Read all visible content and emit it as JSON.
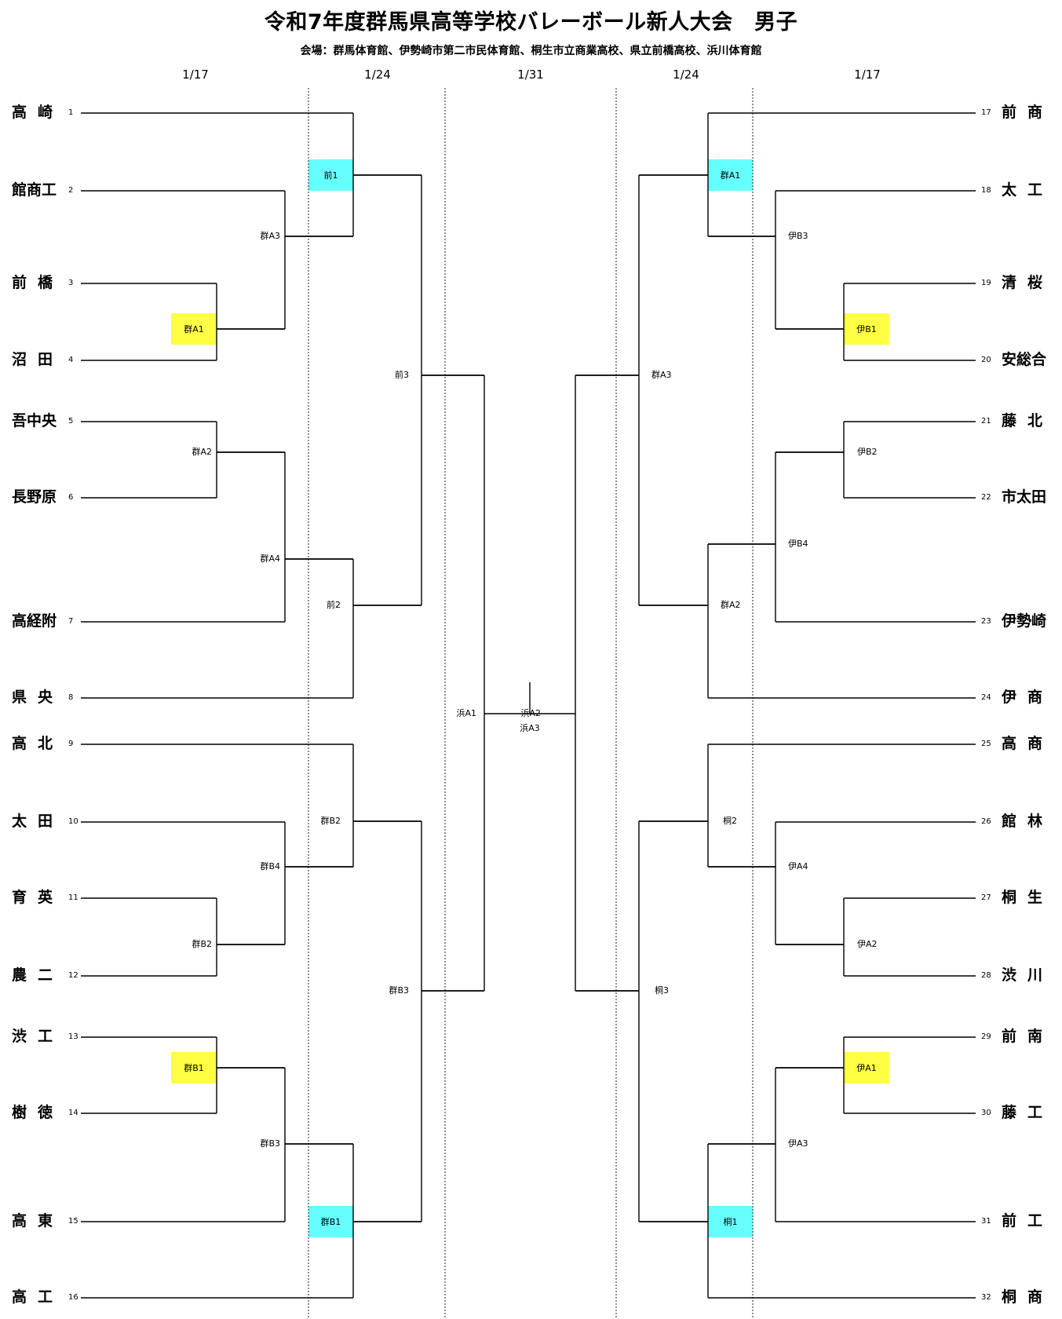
{
  "header": {
    "title": "令和7年度群馬県高等学校バレーボール新人大会　男子",
    "venue": "会場：群馬体育館、伊勢崎市第二市民体育館、桐生市立商業高校、県立前橋高校、浜川体育館"
  },
  "dates": [
    {
      "id": "left-r1",
      "label": "1/17"
    },
    {
      "id": "left-r2",
      "label": "1/24"
    },
    {
      "id": "final",
      "label": "1/31"
    },
    {
      "id": "right-r2",
      "label": "1/24"
    },
    {
      "id": "right-r1",
      "label": "1/17"
    }
  ],
  "colors": {
    "yellow_box": "#ffff44",
    "cyan_box": "#66ffff",
    "line": "#000000"
  },
  "teams_left": [
    {
      "seed": "1",
      "name": "高崎",
      "spread": true
    },
    {
      "seed": "2",
      "name": "館商工",
      "spread": false
    },
    {
      "seed": "3",
      "name": "前橋",
      "spread": true
    },
    {
      "seed": "4",
      "name": "沼田",
      "spread": true
    },
    {
      "seed": "5",
      "name": "吾中央",
      "spread": false
    },
    {
      "seed": "6",
      "name": "長野原",
      "spread": false
    },
    {
      "seed": "7",
      "name": "高経附",
      "spread": false
    },
    {
      "seed": "8",
      "name": "県央",
      "spread": true
    },
    {
      "seed": "9",
      "name": "高北",
      "spread": true
    },
    {
      "seed": "10",
      "name": "太田",
      "spread": true
    },
    {
      "seed": "11",
      "name": "育英",
      "spread": true
    },
    {
      "seed": "12",
      "name": "農二",
      "spread": true
    },
    {
      "seed": "13",
      "name": "渋工",
      "spread": true
    },
    {
      "seed": "14",
      "name": "樹徳",
      "spread": true
    },
    {
      "seed": "15",
      "name": "高東",
      "spread": true
    },
    {
      "seed": "16",
      "name": "高工",
      "spread": true
    }
  ],
  "teams_right": [
    {
      "seed": "17",
      "name": "前商",
      "spread": true
    },
    {
      "seed": "18",
      "name": "太工",
      "spread": true
    },
    {
      "seed": "19",
      "name": "清桜",
      "spread": true
    },
    {
      "seed": "20",
      "name": "安総合",
      "spread": false
    },
    {
      "seed": "21",
      "name": "藤北",
      "spread": true
    },
    {
      "seed": "22",
      "name": "市太田",
      "spread": false
    },
    {
      "seed": "23",
      "name": "伊勢崎",
      "spread": false
    },
    {
      "seed": "24",
      "name": "伊商",
      "spread": true
    },
    {
      "seed": "25",
      "name": "高商",
      "spread": true
    },
    {
      "seed": "26",
      "name": "館林",
      "spread": true
    },
    {
      "seed": "27",
      "name": "桐生",
      "spread": true
    },
    {
      "seed": "28",
      "name": "渋川",
      "spread": true
    },
    {
      "seed": "29",
      "name": "前南",
      "spread": true
    },
    {
      "seed": "30",
      "name": "藤工",
      "spread": true
    },
    {
      "seed": "31",
      "name": "前工",
      "spread": true
    },
    {
      "seed": "32",
      "name": "桐商",
      "spread": true
    }
  ],
  "matches": [
    {
      "id": "L-A1",
      "label": "群A1",
      "side": "left",
      "highlight": "yellow"
    },
    {
      "id": "L-A3",
      "label": "群A3",
      "side": "left",
      "highlight": "none"
    },
    {
      "id": "L-Mae1",
      "label": "前1",
      "side": "left",
      "highlight": "cyan"
    },
    {
      "id": "L-A2",
      "label": "群A2",
      "side": "left",
      "highlight": "none"
    },
    {
      "id": "L-A4",
      "label": "群A4",
      "side": "left",
      "highlight": "none"
    },
    {
      "id": "L-Mae2",
      "label": "前2",
      "side": "left",
      "highlight": "none"
    },
    {
      "id": "L-Mae3",
      "label": "前3",
      "side": "left",
      "highlight": "none"
    },
    {
      "id": "L-B2r1",
      "label": "群B2",
      "side": "left",
      "highlight": "none"
    },
    {
      "id": "L-B4",
      "label": "群B4",
      "side": "left",
      "highlight": "none"
    },
    {
      "id": "L-B2r3",
      "label": "群B2",
      "side": "left",
      "highlight": "none"
    },
    {
      "id": "L-B1r1",
      "label": "群B1",
      "side": "left",
      "highlight": "yellow"
    },
    {
      "id": "L-B3r2",
      "label": "群B3",
      "side": "left",
      "highlight": "none"
    },
    {
      "id": "L-B1r3",
      "label": "群B1",
      "side": "left",
      "highlight": "cyan"
    },
    {
      "id": "L-B3r4",
      "label": "群B3",
      "side": "left",
      "highlight": "none"
    },
    {
      "id": "L-Hama1",
      "label": "浜A1",
      "side": "left",
      "highlight": "none"
    },
    {
      "id": "R-IB1",
      "label": "伊B1",
      "side": "right",
      "highlight": "yellow"
    },
    {
      "id": "R-IB3",
      "label": "伊B3",
      "side": "right",
      "highlight": "none"
    },
    {
      "id": "R-GA1",
      "label": "群A1",
      "side": "right",
      "highlight": "cyan"
    },
    {
      "id": "R-IB2",
      "label": "伊B2",
      "side": "right",
      "highlight": "none"
    },
    {
      "id": "R-IB4",
      "label": "伊B4",
      "side": "right",
      "highlight": "none"
    },
    {
      "id": "R-GA2",
      "label": "群A2",
      "side": "right",
      "highlight": "none"
    },
    {
      "id": "R-GA3",
      "label": "群A3",
      "side": "right",
      "highlight": "none"
    },
    {
      "id": "R-Kiri2",
      "label": "桐2",
      "side": "right",
      "highlight": "none"
    },
    {
      "id": "R-IA4",
      "label": "伊A4",
      "side": "right",
      "highlight": "none"
    },
    {
      "id": "R-IA2",
      "label": "伊A2",
      "side": "right",
      "highlight": "none"
    },
    {
      "id": "R-IA1",
      "label": "伊A1",
      "side": "right",
      "highlight": "yellow"
    },
    {
      "id": "R-IA3",
      "label": "伊A3",
      "side": "right",
      "highlight": "none"
    },
    {
      "id": "R-Kiri1",
      "label": "桐1",
      "side": "right",
      "highlight": "cyan"
    },
    {
      "id": "R-Kiri3",
      "label": "桐3",
      "side": "right",
      "highlight": "none"
    },
    {
      "id": "R-Hama2",
      "label": "浜A2",
      "side": "right",
      "highlight": "none"
    },
    {
      "id": "F-Hama3",
      "label": "浜A3",
      "side": "center",
      "highlight": "none"
    }
  ]
}
